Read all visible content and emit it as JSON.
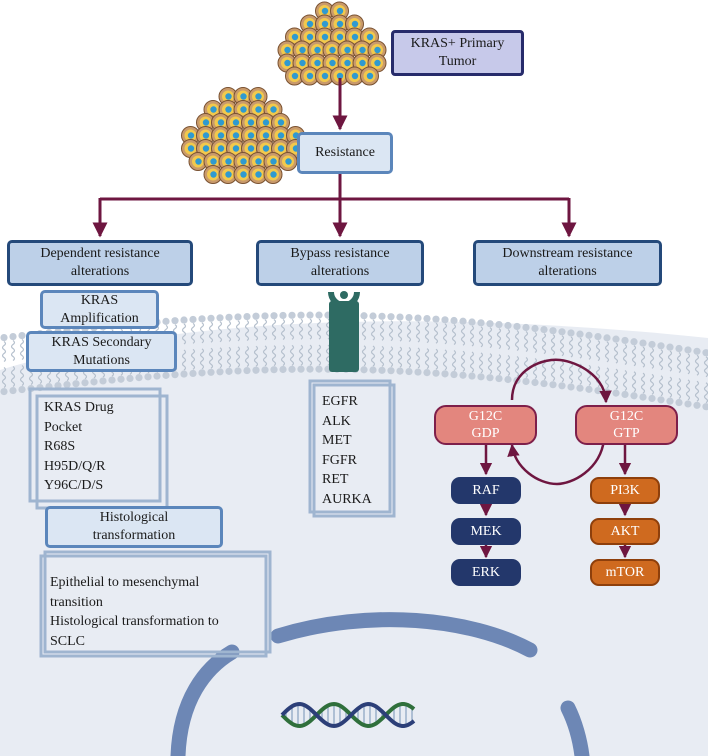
{
  "top": {
    "primary_tumor": [
      "KRAS+ Primary",
      "Tumor"
    ],
    "resistance": "Resistance"
  },
  "categories": {
    "dependent": [
      "Dependent resistance",
      "alterations"
    ],
    "bypass": [
      "Bypass resistance",
      "alterations"
    ],
    "downstream": [
      "Downstream resistance",
      "alterations"
    ]
  },
  "dependent": {
    "amplification": [
      "KRAS",
      "Amplification"
    ],
    "secondary": [
      "KRAS Secondary",
      "Mutations"
    ],
    "mutations_list": [
      "KRAS Drug",
      "Pocket",
      "R68S",
      "H95D/Q/R",
      "Y96C/D/S"
    ],
    "histological": [
      "Histological",
      "transformation"
    ],
    "histo_list": [
      "Epithelial to mesenchymal",
      "transition",
      "Histological transformation to",
      "SCLC"
    ]
  },
  "bypass_list": [
    "EGFR",
    "ALK",
    "MET",
    "FGFR",
    "RET",
    "AURKA"
  ],
  "pathway": {
    "gdp": [
      "G12C",
      "GDP"
    ],
    "gtp": [
      "G12C",
      "GTP"
    ],
    "mapk": [
      "RAF",
      "MEK",
      "ERK"
    ],
    "pi3k": [
      "PI3K",
      "AKT",
      "mTOR"
    ]
  },
  "colors": {
    "arrow": "#6e1640",
    "mapk": "#23376b",
    "pi3k": "#cf6a1f",
    "ras_box": "#e3867e",
    "receptor": "#2e6b63",
    "cell_fill": "#e8ecf3"
  }
}
